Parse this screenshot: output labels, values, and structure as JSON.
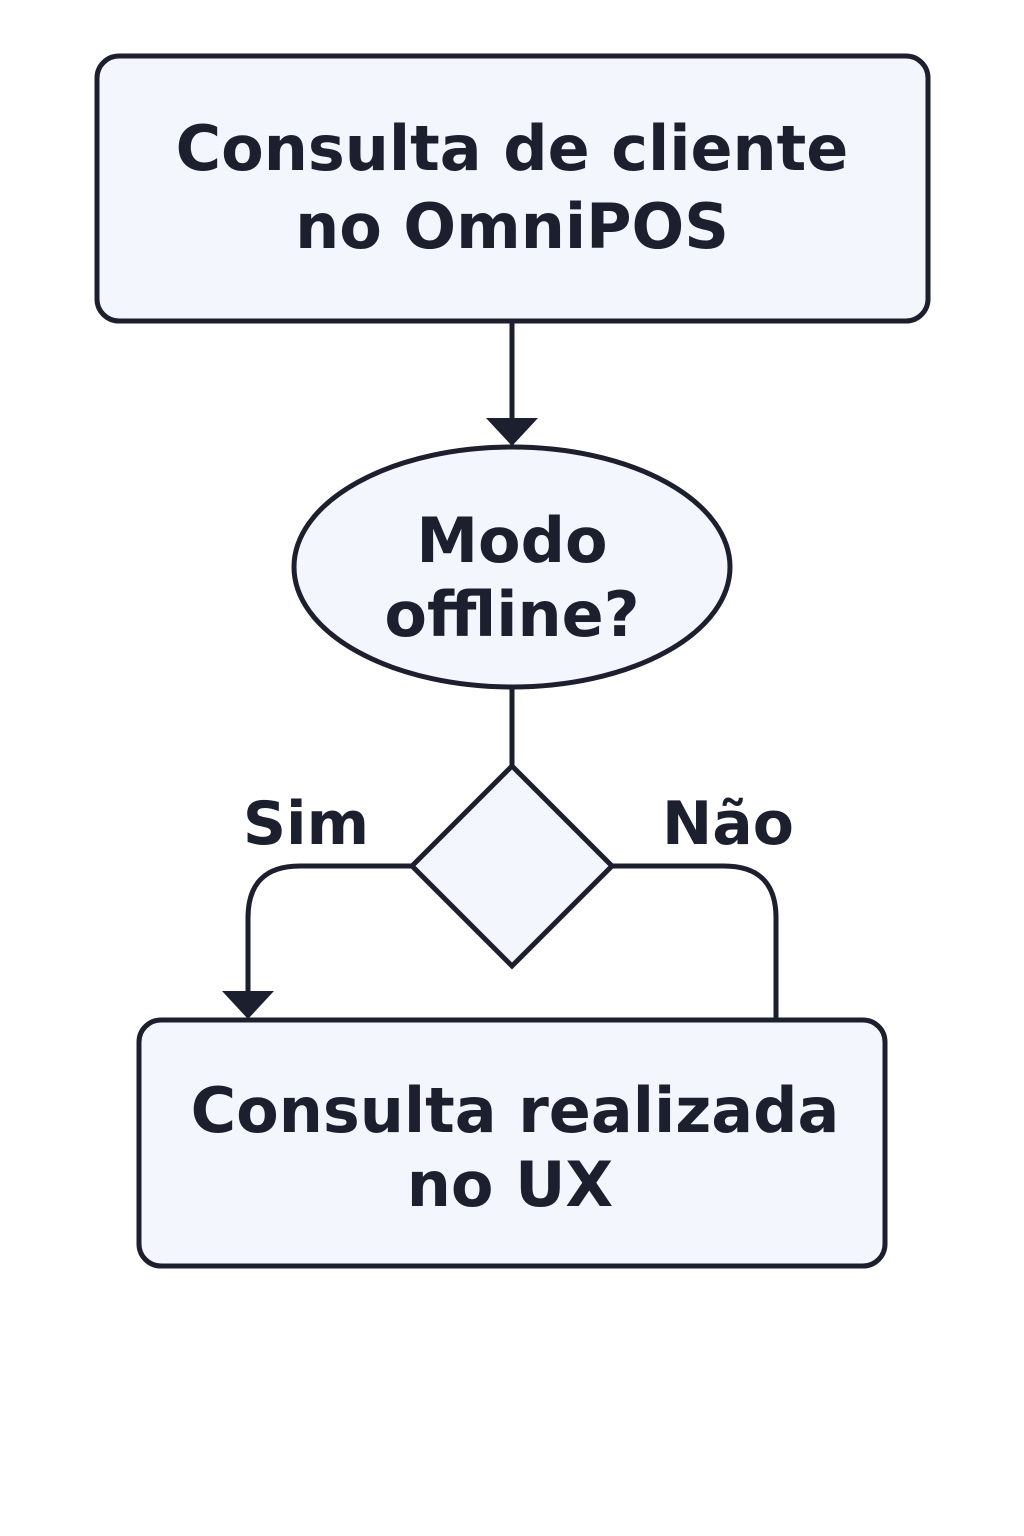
{
  "nodes": {
    "start": {
      "line1": "Consulta de cliente",
      "line2": "no OmniPOS"
    },
    "question": {
      "line1": "Modo",
      "line2": "offline?"
    },
    "end": {
      "line1": "Consulta realizada",
      "line2": "no UX"
    }
  },
  "edges": {
    "yes_label": "Sim",
    "no_label": "Não"
  },
  "colors": {
    "node_fill": "#f3f6fc",
    "stroke": "#1c1f2e"
  }
}
